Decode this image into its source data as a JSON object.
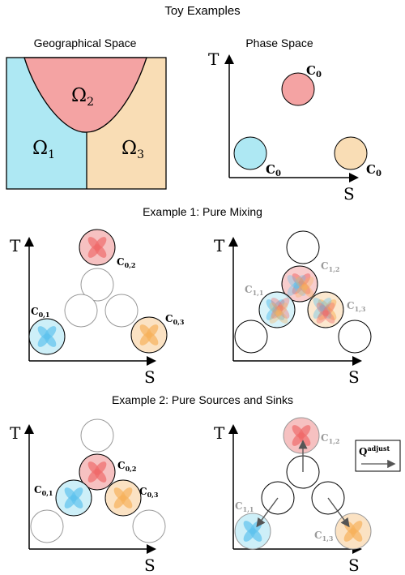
{
  "titles": {
    "toy": "Toy Examples",
    "geo": "Geographical Space",
    "phase": "Phase Space",
    "ex1": "Example 1: Pure Mixing",
    "ex2": "Example 2: Pure Sources and Sinks"
  },
  "regions": {
    "omega1": "Ω",
    "omega1_sub": "1",
    "omega2": "Ω",
    "omega2_sub": "2",
    "omega3": "Ω",
    "omega3_sub": "3"
  },
  "axes": {
    "y": "T",
    "x": "S"
  },
  "labels": {
    "c0": "C",
    "c0_sub": "0",
    "c01": "C",
    "c01_sub": "0,1",
    "c02": "C",
    "c02_sub": "0,2",
    "c03": "C",
    "c03_sub": "0,3",
    "c11": "C",
    "c11_sub": "1,1",
    "c12": "C",
    "c12_sub": "1,2",
    "c13": "C",
    "c13_sub": "1,3"
  },
  "legend": {
    "q": "Q",
    "q_sup": "adjust"
  },
  "colors": {
    "red": "#f4a3a3",
    "blue": "#aee8f3",
    "orange": "#f9ddb5",
    "blue_petal": "#5fc3ee",
    "red_petal": "#f06b6b",
    "orange_petal": "#f7b25c"
  }
}
